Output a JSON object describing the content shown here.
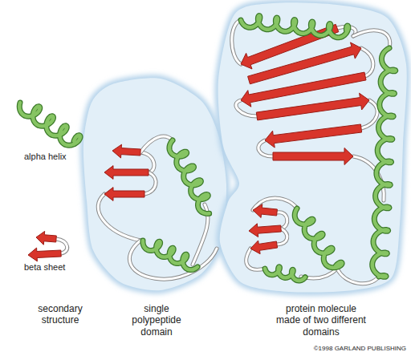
{
  "diagram": {
    "labels": [
      "alpha helix",
      "beta sheet",
      "secondary structure",
      "single polypeptide domain",
      "protein molecule made of two different domains",
      "©1998 GARLAND PUBLISHING"
    ]
  }
}
